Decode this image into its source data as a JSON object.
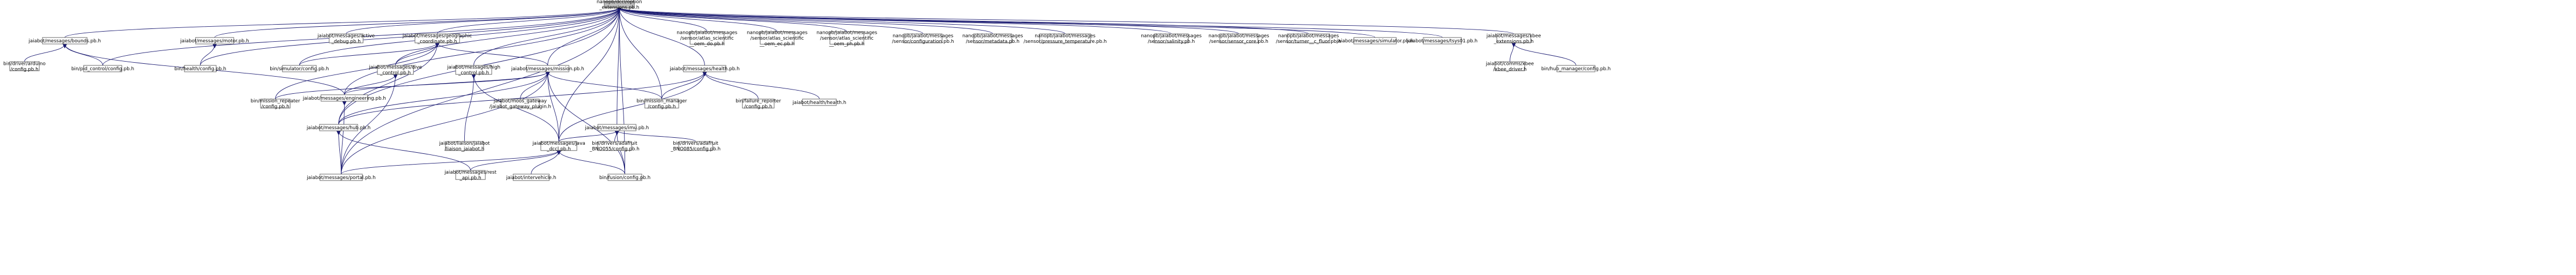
{
  "colors": {
    "root_fill": "#bfbfbf",
    "node_fill": "#ffffff",
    "border": "#666666",
    "edge": "#191970"
  },
  "nodes": [
    {
      "id": "root",
      "lines": [
        "nanopb/dccl/option",
        "_extensions.pb.h"
      ],
      "root": true
    },
    {
      "id": "bounds",
      "lines": [
        "jaiabot/messages/bounds.pb.h"
      ]
    },
    {
      "id": "motor",
      "lines": [
        "jaiabot/messages/motor.pb.h"
      ]
    },
    {
      "id": "active_debug",
      "lines": [
        "jaiabot/messages/active",
        "_debug.pb.h"
      ]
    },
    {
      "id": "geographic",
      "lines": [
        "jaiabot/messages/geographic",
        "_coordinate.pb.h"
      ]
    },
    {
      "id": "oem_do",
      "lines": [
        "nanopb/jaiabot/messages",
        "/sensor/atlas_scientific",
        "__oem_do.pb.h"
      ]
    },
    {
      "id": "oem_ec",
      "lines": [
        "nanopb/jaiabot/messages",
        "/sensor/atlas_scientific",
        "__oem_ec.pb.h"
      ]
    },
    {
      "id": "oem_ph",
      "lines": [
        "nanopb/jaiabot/messages",
        "/sensor/atlas_scientific",
        "__oem_ph.pb.h"
      ]
    },
    {
      "id": "sensor_config",
      "lines": [
        "nanopb/jaiabot/messages",
        "/sensor/configuration.pb.h"
      ]
    },
    {
      "id": "sensor_meta",
      "lines": [
        "nanopb/jaiabot/messages",
        "/sensor/metadata.pb.h"
      ]
    },
    {
      "id": "pressure",
      "lines": [
        "nanopb/jaiabot/messages",
        "/sensor/pressure_temperature.pb.h"
      ]
    },
    {
      "id": "salinity",
      "lines": [
        "nanopb/jaiabot/messages",
        "/sensor/salinity.pb.h"
      ]
    },
    {
      "id": "sensor_core",
      "lines": [
        "nanopb/jaiabot/messages",
        "/sensor/sensor_core.pb.h"
      ]
    },
    {
      "id": "turner",
      "lines": [
        "nanopb/jaiabot/messages",
        "/sensor/turner__c_fluor.pb.h"
      ]
    },
    {
      "id": "simulator",
      "lines": [
        "jaiabot/messages/simulator.pb.h"
      ]
    },
    {
      "id": "tsys01",
      "lines": [
        "jaiabot/messages/tsys01.pb.h"
      ]
    },
    {
      "id": "xbee",
      "lines": [
        "jaiabot/messages/xbee",
        "_extensions.pb.h"
      ]
    },
    {
      "id": "arduino_cfg",
      "lines": [
        "bin/driver/arduino",
        "/config.pb.h"
      ]
    },
    {
      "id": "pid_cfg",
      "lines": [
        "bin/pid_control/config.pb.h"
      ]
    },
    {
      "id": "health_cfg",
      "lines": [
        "bin/health/config.pb.h"
      ]
    },
    {
      "id": "sim_cfg",
      "lines": [
        "bin/simulator/config.pb.h"
      ]
    },
    {
      "id": "dive",
      "lines": [
        "jaiabot/messages/dive",
        "_control.pb.h"
      ]
    },
    {
      "id": "high_control",
      "lines": [
        "jaiabot/messages/high",
        "_control.pb.h"
      ]
    },
    {
      "id": "mission",
      "lines": [
        "jaiabot/messages/mission.pb.h"
      ]
    },
    {
      "id": "health",
      "lines": [
        "jaiabot/messages/health.pb.h"
      ]
    },
    {
      "id": "xbee_driver",
      "lines": [
        "jaiabot/comms/xbee",
        "/xbee_driver.h"
      ]
    },
    {
      "id": "hub_mgr_cfg",
      "lines": [
        "bin/hub_manager/config.pb.h"
      ]
    },
    {
      "id": "engineering",
      "lines": [
        "jaiabot/messages/engineering.pb.h"
      ]
    },
    {
      "id": "mr_cfg",
      "lines": [
        "bin/mission_repeater",
        "/config.pb.h"
      ]
    },
    {
      "id": "moos_plugin",
      "lines": [
        "jaiabot/moos_gateway",
        "/jaiabot_gateway_plugin.h"
      ]
    },
    {
      "id": "mm_cfg",
      "lines": [
        "bin/mission_manager",
        "/config.pb.h"
      ]
    },
    {
      "id": "failure_cfg",
      "lines": [
        "bin/failure_reporter",
        "/config.pb.h"
      ]
    },
    {
      "id": "health_h",
      "lines": [
        "jaiabot/health/health.h"
      ]
    },
    {
      "id": "hub",
      "lines": [
        "jaiabot/messages/hub.pb.h"
      ]
    },
    {
      "id": "imu",
      "lines": [
        "jaiabot/messages/imu.pb.h"
      ]
    },
    {
      "id": "liaison",
      "lines": [
        "jaiabot/liaison/jaiabot",
        "/liaison_jaiabot.h"
      ]
    },
    {
      "id": "java_dccl",
      "lines": [
        "jaiabot/messages/java",
        "_dccl.pb.h"
      ]
    },
    {
      "id": "adafruit1",
      "lines": [
        "bin/drivers/adafruit",
        "_BNO055/config.pb.h"
      ]
    },
    {
      "id": "adafruit2",
      "lines": [
        "bin/drivers/adafruit",
        "_BNO085/config.pb.h"
      ]
    },
    {
      "id": "portal",
      "lines": [
        "jaiabot/messages/portal.pb.h"
      ]
    },
    {
      "id": "rest_api",
      "lines": [
        "jaiabot/messages/rest",
        "_api.pb.h"
      ]
    },
    {
      "id": "intervehicle",
      "lines": [
        "jaiabot/intervehicle.h"
      ]
    },
    {
      "id": "fusion_cfg",
      "lines": [
        "bin/fusion/config.pb.h"
      ]
    }
  ]
}
